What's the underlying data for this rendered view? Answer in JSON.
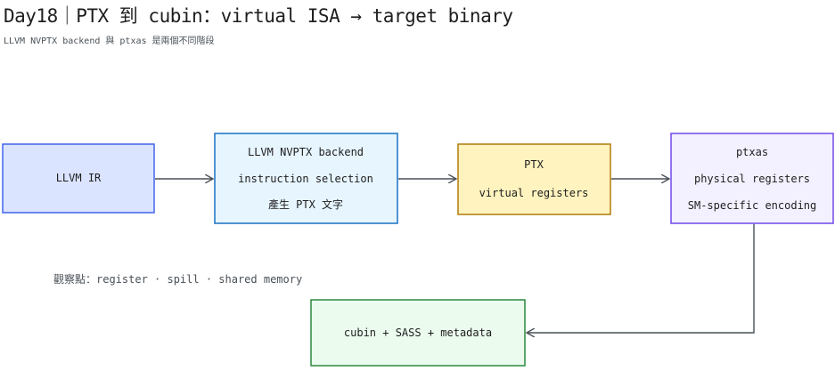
{
  "header": {
    "title": "Day18｜PTX 到 cubin：virtual ISA → target binary",
    "subtitle": "LLVM NVPTX backend 與 ptxas 是兩個不同階段"
  },
  "nodes": [
    {
      "id": "llvm_ir",
      "lines": [
        "LLVM IR"
      ]
    },
    {
      "id": "nvptx",
      "lines": [
        "LLVM NVPTX backend",
        "instruction selection",
        "產生 PTX 文字"
      ]
    },
    {
      "id": "ptx",
      "lines": [
        "PTX",
        "virtual registers"
      ]
    },
    {
      "id": "ptxas",
      "lines": [
        "ptxas",
        "physical registers",
        "SM-specific encoding"
      ]
    },
    {
      "id": "cubin",
      "lines": [
        "cubin + SASS + metadata"
      ]
    }
  ],
  "note": "觀察點：register · spill · shared memory",
  "colors": {
    "blue_fill": "#dbe4ff",
    "blue_stroke": "#4263eb",
    "cyan_fill": "#e7f5ff",
    "cyan_stroke": "#1971c2",
    "yellow_fill": "#fff3bf",
    "yellow_stroke": "#b07b0a",
    "purple_fill": "#f3f0ff",
    "purple_stroke": "#7048e8",
    "green_fill": "#ebfbee",
    "green_stroke": "#2b8a3e",
    "arrow": "#495057"
  }
}
